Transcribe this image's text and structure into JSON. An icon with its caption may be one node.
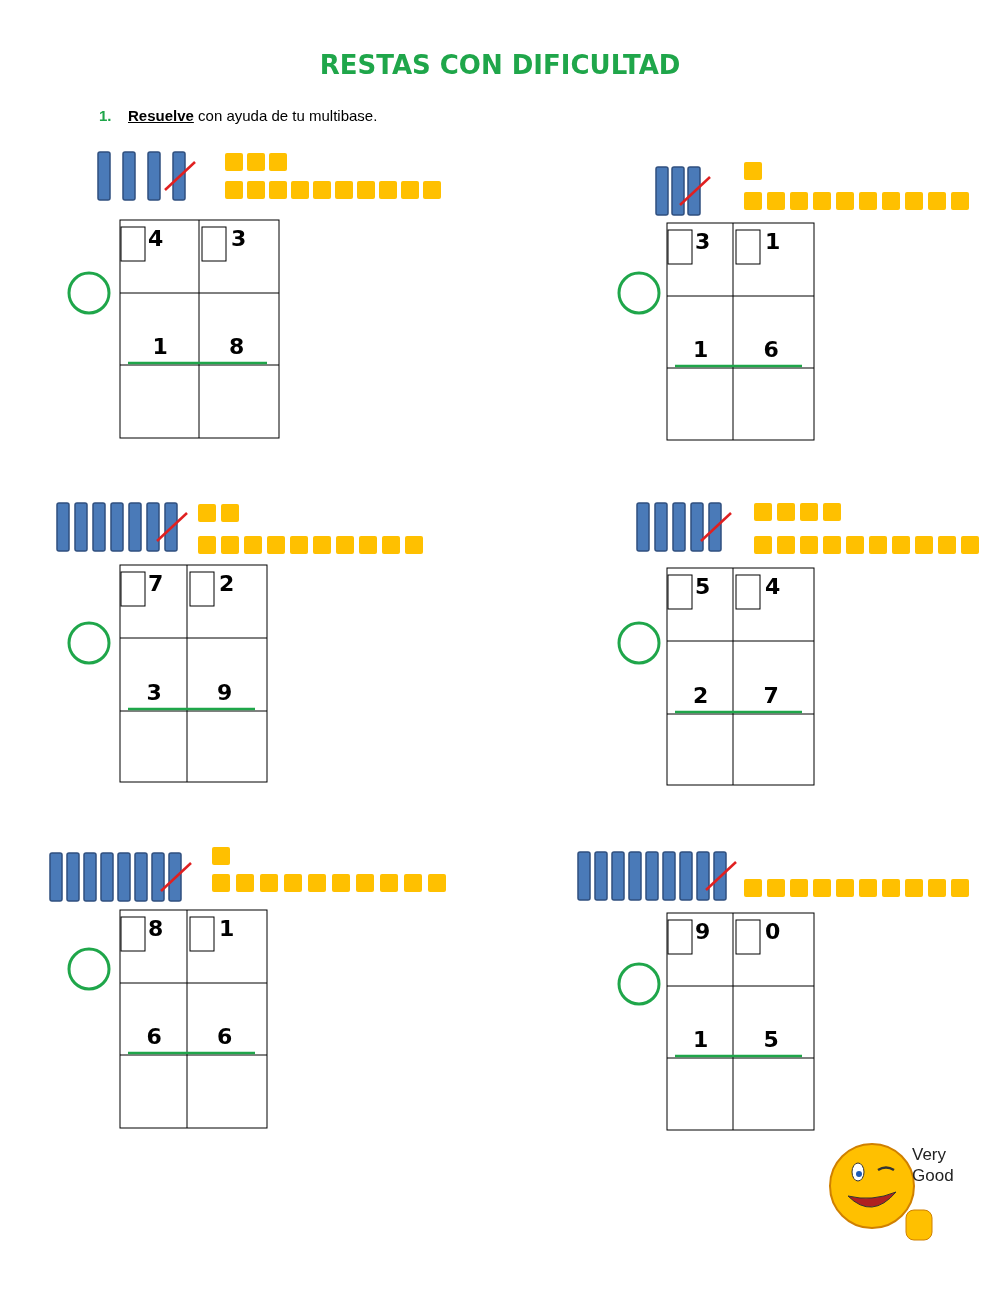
{
  "diagram": {
    "title": "RESTAS CON DIFICULTAD",
    "labels": [
      "1.",
      "**Resuelve** con ayuda de tu multibase.",
      "4",
      "3",
      "1",
      "8",
      "3",
      "1",
      "1",
      "6",
      "7",
      "2",
      "3",
      "9",
      "5",
      "4",
      "2",
      "7",
      "8",
      "1",
      "6",
      "6",
      "9",
      "0",
      "1",
      "5",
      "Very Good"
    ]
  }
}
